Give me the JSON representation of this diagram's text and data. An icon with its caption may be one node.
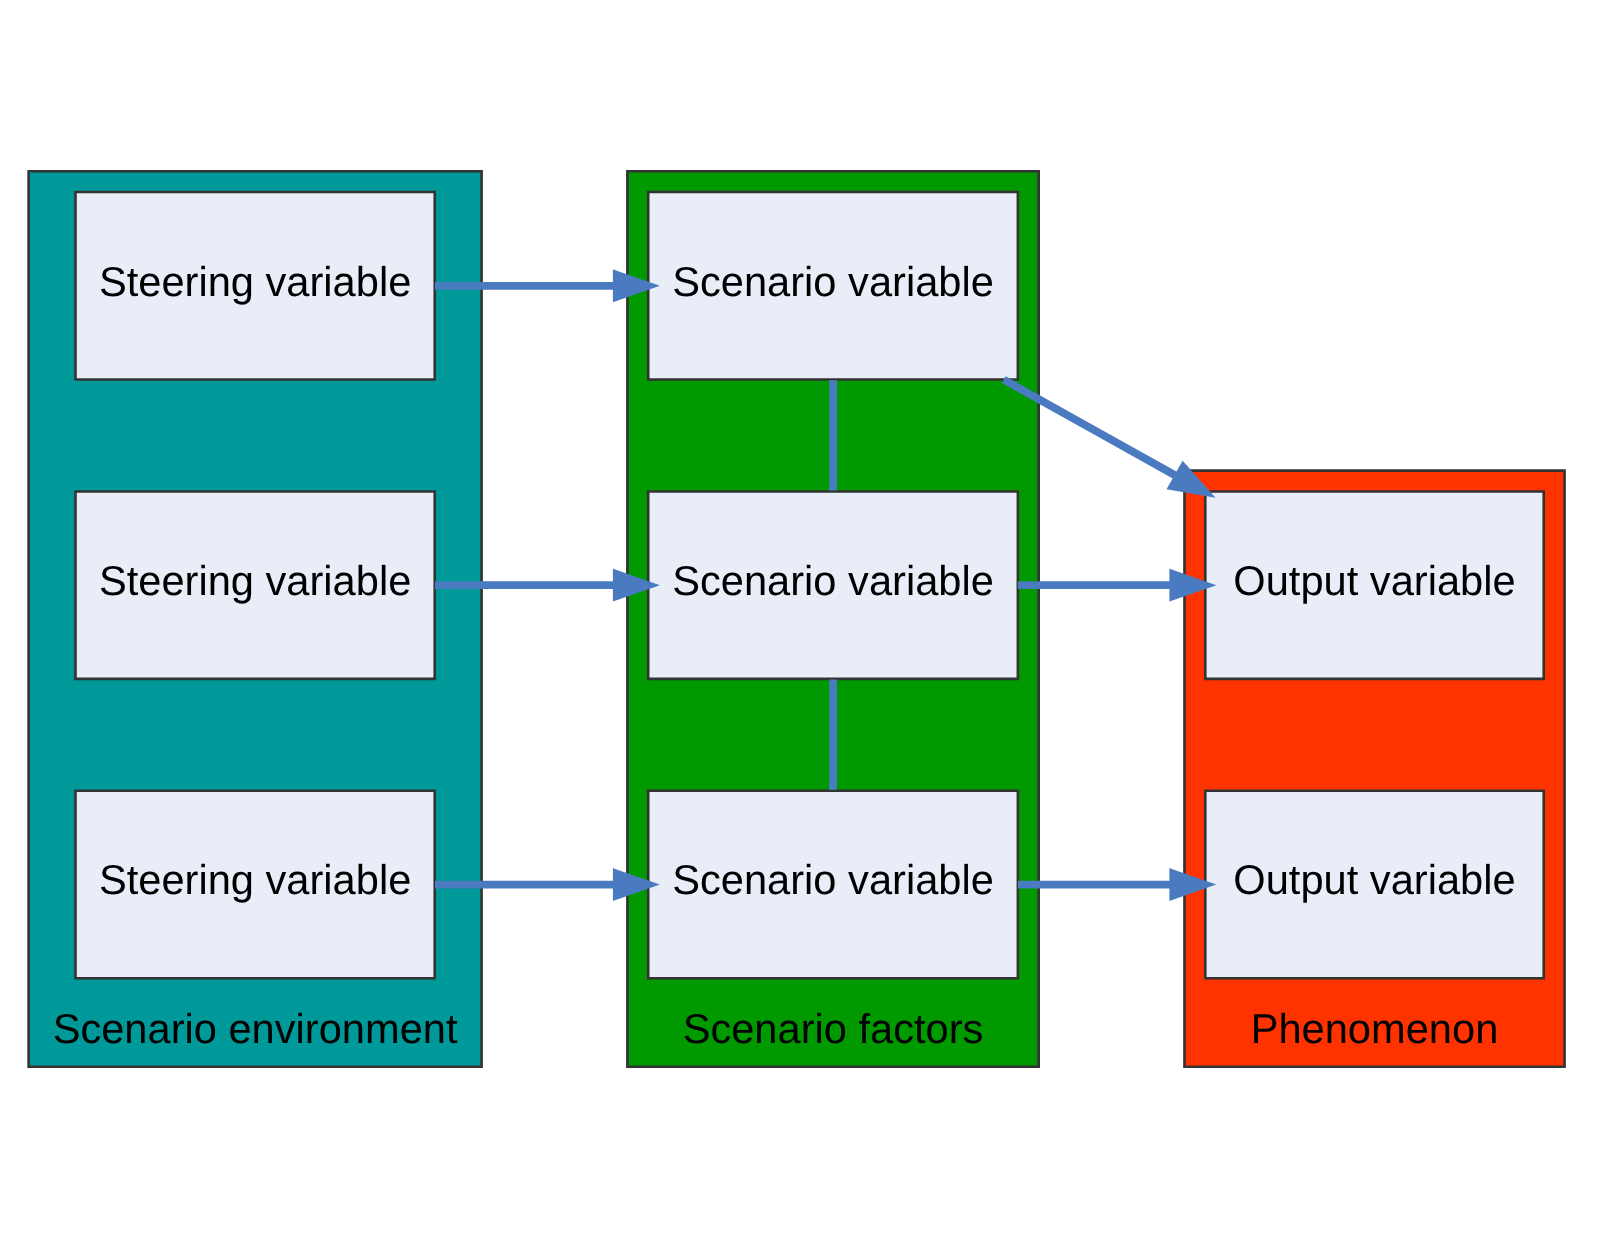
{
  "diagram": {
    "nodes": [
      {
        "text": [
          "Scenario environment"
        ]
      },
      {
        "text": [
          "Steering variable"
        ],
        "in": 0
      },
      {
        "text": [
          "Steering variable"
        ],
        "in": 0
      },
      {
        "text": [
          "Steering variable"
        ],
        "in": 0
      },
      {
        "text": [
          "Scenario factors"
        ]
      },
      {
        "text": [
          "Scenario variable"
        ],
        "in": 4
      },
      {
        "text": [
          "Scenario variable"
        ],
        "in": 4
      },
      {
        "text": [
          "Scenario variable"
        ],
        "in": 4
      },
      {
        "text": [
          "Phenomenon"
        ]
      },
      {
        "text": [
          "Output variable"
        ],
        "in": 8
      },
      {
        "text": [
          "Output variable"
        ],
        "in": 8
      }
    ],
    "edges": [
      {
        "from": 1,
        "to": 5,
        "arrow": "to"
      },
      {
        "from": 2,
        "to": 6,
        "arrow": "to"
      },
      {
        "from": 3,
        "to": 7,
        "arrow": "to"
      },
      {
        "from": 5,
        "to": 6,
        "arrow": "none"
      },
      {
        "from": 6,
        "to": 7,
        "arrow": "none"
      },
      {
        "from": 5,
        "to": 9,
        "arrow": "to"
      },
      {
        "from": 6,
        "to": 9,
        "arrow": "to"
      },
      {
        "from": 7,
        "to": 10,
        "arrow": "to"
      }
    ]
  }
}
